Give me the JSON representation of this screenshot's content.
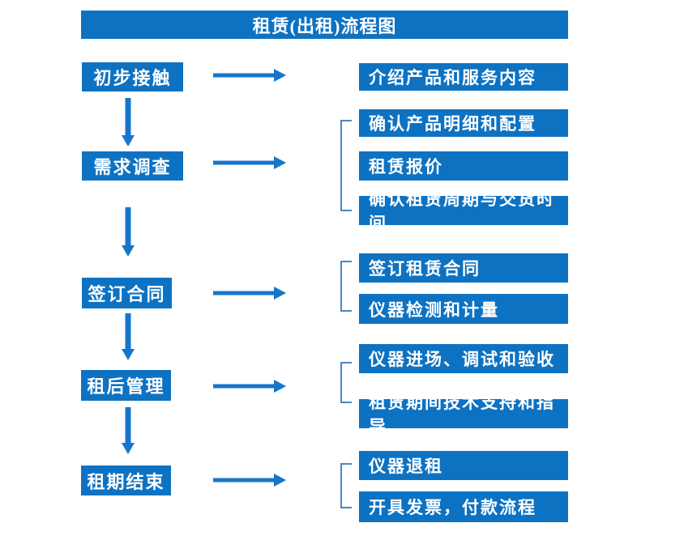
{
  "title": "租赁(出租)流程图",
  "colors": {
    "box_fill": "#0e72c2",
    "arrow": "#1577cb",
    "bracket": "#4d86c4",
    "text": "#ffffff",
    "background": "#ffffff"
  },
  "flow": {
    "steps": [
      {
        "label": "初步接触",
        "details": [
          "介绍产品和服务内容"
        ]
      },
      {
        "label": "需求调查",
        "details": [
          "确认产品明细和配置",
          "租赁报价",
          "确认租赁周期与交货时间"
        ]
      },
      {
        "label": "签订合同",
        "details": [
          "签订租赁合同",
          "仪器检测和计量"
        ]
      },
      {
        "label": "租后管理",
        "details": [
          "仪器进场、调试和验收",
          "租赁期间技术支持和指导"
        ]
      },
      {
        "label": "租期结束",
        "details": [
          "仪器退租",
          "开具发票，付款流程"
        ]
      }
    ]
  }
}
